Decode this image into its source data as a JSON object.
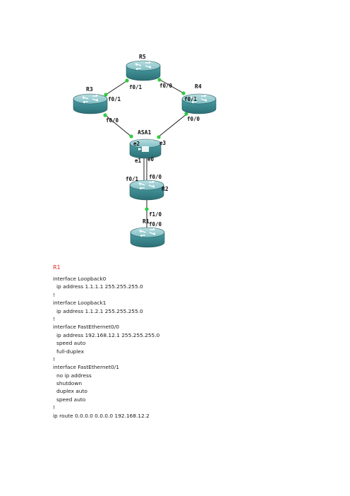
{
  "topology": {
    "devices": [
      {
        "id": "R5",
        "label": "R5"
      },
      {
        "id": "R3",
        "label": "R3"
      },
      {
        "id": "R4",
        "label": "R4"
      },
      {
        "id": "ASA1",
        "label": "ASA1"
      },
      {
        "id": "R2",
        "label": "R2"
      },
      {
        "id": "R1",
        "label": "R1"
      }
    ],
    "ports": {
      "r5_left": "f0/1",
      "r5_right": "f0/0",
      "r3_top": "f0/1",
      "r3_bottom": "f0/0",
      "r4_top": "f0/1",
      "r4_bottom": "f0/0",
      "asa_e2": "e2",
      "asa_e3": "e3",
      "asa_e1": "e1",
      "asa_e0": "e0",
      "r2_left": "f0/1",
      "r2_right": "f0/0",
      "r2_bottom": "f1/0",
      "r1_top": "f0/0"
    },
    "colors": {
      "link_dot": "#2ecc40",
      "router_body": "#3d8e94"
    }
  },
  "config": {
    "heading": "R1",
    "heading_color": "#e2261c",
    "lines": [
      {
        "text": "interface Loopback0",
        "indent": false
      },
      {
        "text": "ip address 1.1.1.1 255.255.255.0",
        "indent": true
      },
      {
        "text": "!",
        "indent": false
      },
      {
        "text": "interface Loopback1",
        "indent": false
      },
      {
        "text": "ip address 1.1.2.1 255.255.255.0",
        "indent": true
      },
      {
        "text": "!",
        "indent": false
      },
      {
        "text": "interface FastEthernet0/0",
        "indent": false
      },
      {
        "text": "ip address 192.168.12.1 255.255.255.0",
        "indent": true
      },
      {
        "text": "speed auto",
        "indent": true
      },
      {
        "text": "full-duplex",
        "indent": true
      },
      {
        "text": "!",
        "indent": false
      },
      {
        "text": "interface FastEthernet0/1",
        "indent": false
      },
      {
        "text": "no ip address",
        "indent": true
      },
      {
        "text": "shutdown",
        "indent": true
      },
      {
        "text": "duplex auto",
        "indent": true
      },
      {
        "text": "speed auto",
        "indent": true
      },
      {
        "text": "!",
        "indent": false
      },
      {
        "text": "ip route 0.0.0.0 0.0.0.0 192.168.12.2",
        "indent": false
      }
    ]
  }
}
